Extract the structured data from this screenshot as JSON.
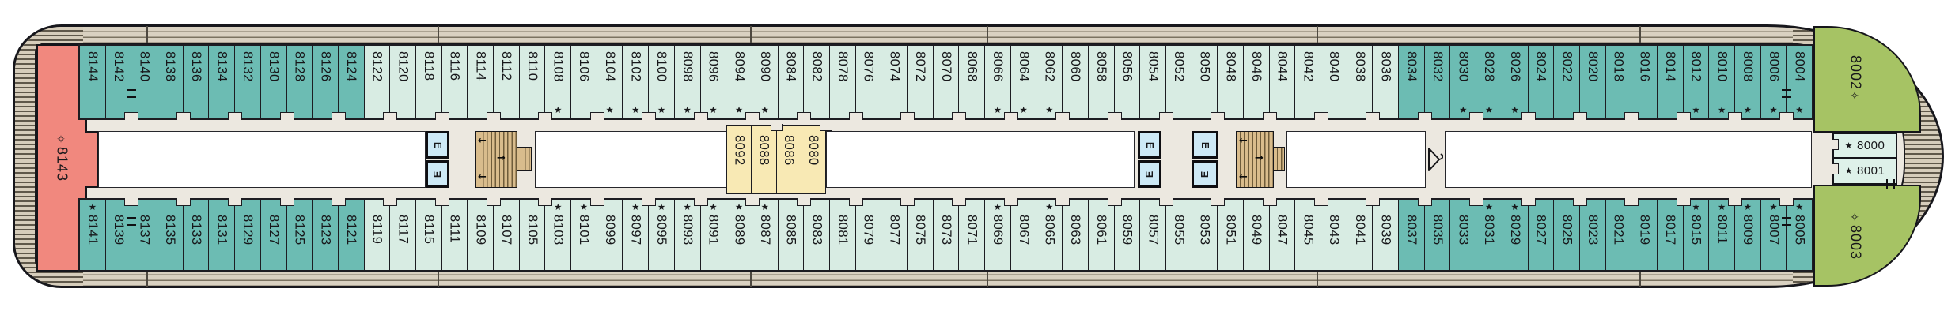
{
  "deck_plan": {
    "elevator_label": "E",
    "symbols": {
      "star": "★",
      "diamond": "✧",
      "connecting_mark": "‖"
    },
    "stern_suite": {
      "symbol": "✧",
      "number": "8143"
    },
    "bow_suite_port": {
      "number": "8002",
      "symbol": "✧"
    },
    "bow_suite_starboard": {
      "symbol": "✧",
      "number": "8003"
    },
    "forward_cabins": [
      {
        "star": "★",
        "number": "8000"
      },
      {
        "star": "★",
        "number": "8001"
      }
    ],
    "inner_cabins": [
      {
        "n": "8092"
      },
      {
        "n": "8088"
      },
      {
        "n": "8086"
      },
      {
        "n": "8080"
      }
    ],
    "top_row": [
      {
        "n": "8144",
        "sh": "d"
      },
      {
        "n": "8142",
        "sh": "d",
        "conn": true
      },
      {
        "n": "8140",
        "sh": "d"
      },
      {
        "n": "8138",
        "sh": "d"
      },
      {
        "n": "8136",
        "sh": "d"
      },
      {
        "n": "8134",
        "sh": "d"
      },
      {
        "n": "8132",
        "sh": "d"
      },
      {
        "n": "8130",
        "sh": "d"
      },
      {
        "n": "8128",
        "sh": "d"
      },
      {
        "n": "8126",
        "sh": "d"
      },
      {
        "n": "8124",
        "sh": "d"
      },
      {
        "n": "8122",
        "sh": "l"
      },
      {
        "n": "8120",
        "sh": "l"
      },
      {
        "n": "8118",
        "sh": "l"
      },
      {
        "n": "8116",
        "sh": "l"
      },
      {
        "n": "8114",
        "sh": "l"
      },
      {
        "n": "8112",
        "sh": "l"
      },
      {
        "n": "8110",
        "sh": "l"
      },
      {
        "n": "8108",
        "sh": "l",
        "star": true
      },
      {
        "n": "8106",
        "sh": "l"
      },
      {
        "n": "8104",
        "sh": "l",
        "star": true
      },
      {
        "n": "8102",
        "sh": "l",
        "star": true
      },
      {
        "n": "8100",
        "sh": "l",
        "star": true
      },
      {
        "n": "8098",
        "sh": "l",
        "star": true
      },
      {
        "n": "8096",
        "sh": "l",
        "star": true
      },
      {
        "n": "8094",
        "sh": "l",
        "star": true
      },
      {
        "n": "8090",
        "sh": "l",
        "star": true
      },
      {
        "n": "8084",
        "sh": "l"
      },
      {
        "n": "8082",
        "sh": "l"
      },
      {
        "n": "8078",
        "sh": "l"
      },
      {
        "n": "8076",
        "sh": "l"
      },
      {
        "n": "8074",
        "sh": "l"
      },
      {
        "n": "8072",
        "sh": "l"
      },
      {
        "n": "8070",
        "sh": "l"
      },
      {
        "n": "8068",
        "sh": "l"
      },
      {
        "n": "8066",
        "sh": "l",
        "star": true
      },
      {
        "n": "8064",
        "sh": "l",
        "star": true
      },
      {
        "n": "8062",
        "sh": "l",
        "star": true
      },
      {
        "n": "8060",
        "sh": "l"
      },
      {
        "n": "8058",
        "sh": "l"
      },
      {
        "n": "8056",
        "sh": "l"
      },
      {
        "n": "8054",
        "sh": "l"
      },
      {
        "n": "8052",
        "sh": "l"
      },
      {
        "n": "8050",
        "sh": "l"
      },
      {
        "n": "8048",
        "sh": "l"
      },
      {
        "n": "8046",
        "sh": "l"
      },
      {
        "n": "8044",
        "sh": "l"
      },
      {
        "n": "8042",
        "sh": "l"
      },
      {
        "n": "8040",
        "sh": "l"
      },
      {
        "n": "8038",
        "sh": "l"
      },
      {
        "n": "8036",
        "sh": "l"
      },
      {
        "n": "8034",
        "sh": "d"
      },
      {
        "n": "8032",
        "sh": "d"
      },
      {
        "n": "8030",
        "sh": "d",
        "star": true
      },
      {
        "n": "8028",
        "sh": "d",
        "star": true
      },
      {
        "n": "8026",
        "sh": "d",
        "star": true
      },
      {
        "n": "8024",
        "sh": "d"
      },
      {
        "n": "8022",
        "sh": "d"
      },
      {
        "n": "8020",
        "sh": "d"
      },
      {
        "n": "8018",
        "sh": "d"
      },
      {
        "n": "8016",
        "sh": "d"
      },
      {
        "n": "8014",
        "sh": "d"
      },
      {
        "n": "8012",
        "sh": "d",
        "star": true
      },
      {
        "n": "8010",
        "sh": "d",
        "star": true
      },
      {
        "n": "8008",
        "sh": "d",
        "star": true
      },
      {
        "n": "8006",
        "sh": "d",
        "star": true,
        "conn": true
      },
      {
        "n": "8004",
        "sh": "d",
        "star": true
      }
    ],
    "bottom_row": [
      {
        "n": "8141",
        "sh": "d",
        "star": true
      },
      {
        "n": "8139",
        "sh": "d",
        "conn": true
      },
      {
        "n": "8137",
        "sh": "d"
      },
      {
        "n": "8135",
        "sh": "d"
      },
      {
        "n": "8133",
        "sh": "d"
      },
      {
        "n": "8131",
        "sh": "d"
      },
      {
        "n": "8129",
        "sh": "d"
      },
      {
        "n": "8127",
        "sh": "d"
      },
      {
        "n": "8125",
        "sh": "d"
      },
      {
        "n": "8123",
        "sh": "d"
      },
      {
        "n": "8121",
        "sh": "d"
      },
      {
        "n": "8119",
        "sh": "l"
      },
      {
        "n": "8117",
        "sh": "l"
      },
      {
        "n": "8115",
        "sh": "l"
      },
      {
        "n": "8111",
        "sh": "l"
      },
      {
        "n": "8109",
        "sh": "l"
      },
      {
        "n": "8107",
        "sh": "l"
      },
      {
        "n": "8105",
        "sh": "l"
      },
      {
        "n": "8103",
        "sh": "l",
        "star": true
      },
      {
        "n": "8101",
        "sh": "l",
        "star": true
      },
      {
        "n": "8099",
        "sh": "l"
      },
      {
        "n": "8097",
        "sh": "l",
        "star": true
      },
      {
        "n": "8095",
        "sh": "l",
        "star": true
      },
      {
        "n": "8093",
        "sh": "l",
        "star": true
      },
      {
        "n": "8091",
        "sh": "l",
        "star": true
      },
      {
        "n": "8089",
        "sh": "l",
        "star": true
      },
      {
        "n": "8087",
        "sh": "l",
        "star": true
      },
      {
        "n": "8085",
        "sh": "l"
      },
      {
        "n": "8083",
        "sh": "l"
      },
      {
        "n": "8081",
        "sh": "l"
      },
      {
        "n": "8079",
        "sh": "l"
      },
      {
        "n": "8077",
        "sh": "l"
      },
      {
        "n": "8075",
        "sh": "l"
      },
      {
        "n": "8073",
        "sh": "l"
      },
      {
        "n": "8071",
        "sh": "l"
      },
      {
        "n": "8069",
        "sh": "l",
        "star": true
      },
      {
        "n": "8067",
        "sh": "l"
      },
      {
        "n": "8065",
        "sh": "l",
        "star": true
      },
      {
        "n": "8063",
        "sh": "l"
      },
      {
        "n": "8061",
        "sh": "l"
      },
      {
        "n": "8059",
        "sh": "l"
      },
      {
        "n": "8057",
        "sh": "l"
      },
      {
        "n": "8055",
        "sh": "l"
      },
      {
        "n": "8053",
        "sh": "l"
      },
      {
        "n": "8051",
        "sh": "l"
      },
      {
        "n": "8049",
        "sh": "l"
      },
      {
        "n": "8047",
        "sh": "l"
      },
      {
        "n": "8045",
        "sh": "l"
      },
      {
        "n": "8043",
        "sh": "l"
      },
      {
        "n": "8041",
        "sh": "l"
      },
      {
        "n": "8039",
        "sh": "l"
      },
      {
        "n": "8037",
        "sh": "d"
      },
      {
        "n": "8035",
        "sh": "d"
      },
      {
        "n": "8033",
        "sh": "d"
      },
      {
        "n": "8031",
        "sh": "d",
        "star": true
      },
      {
        "n": "8029",
        "sh": "d",
        "star": true
      },
      {
        "n": "8027",
        "sh": "d"
      },
      {
        "n": "8025",
        "sh": "d"
      },
      {
        "n": "8023",
        "sh": "d"
      },
      {
        "n": "8021",
        "sh": "d"
      },
      {
        "n": "8019",
        "sh": "d"
      },
      {
        "n": "8017",
        "sh": "d"
      },
      {
        "n": "8015",
        "sh": "d",
        "star": true
      },
      {
        "n": "8011",
        "sh": "d",
        "star": true
      },
      {
        "n": "8009",
        "sh": "d",
        "star": true
      },
      {
        "n": "8007",
        "sh": "d",
        "star": true,
        "conn": true
      },
      {
        "n": "8005",
        "sh": "d",
        "star": true
      }
    ],
    "colors": {
      "cabin_dark_teal": "#6cbcb3",
      "cabin_light_mint": "#d8ece3",
      "inside_cabin_yellow": "#f8e9b4",
      "stern_suite_red": "#f1887e",
      "bow_suite_green": "#a6c364",
      "forward_cabin_mint": "#def1e9",
      "elevator_blue": "#cde9f6",
      "stairs_tan": "#d9bc8c",
      "promenade_band": "#d9d1c1",
      "corridor": "#ece8e0"
    }
  }
}
